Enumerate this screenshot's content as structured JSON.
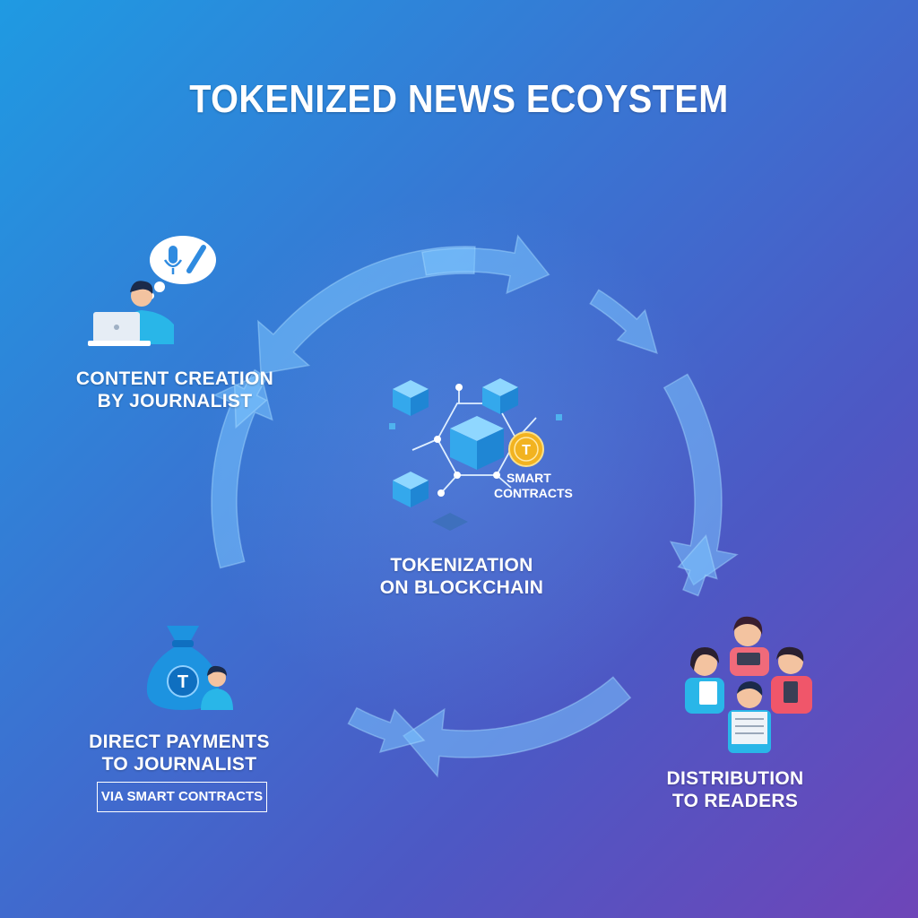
{
  "title": "TOKENIZED NEWS ECOYSTEM",
  "nodes": {
    "content_creation": {
      "line1": "CONTENT CREATION",
      "line2": "BY JOURNALIST",
      "icon": "journalist-laptop-icon"
    },
    "tokenization": {
      "line1": "TOKENIZATION",
      "line2": "ON BLOCKCHAIN",
      "icon": "blockchain-cubes-icon"
    },
    "smart_contracts": {
      "line1": "SMART",
      "line2": "CONTRACTS",
      "coin_letter": "T"
    },
    "payments": {
      "line1": "DIRECT PAYMENTS",
      "line2": "TO JOURNALIST",
      "box": "VIA SMART CONTRACTS",
      "icon": "money-bag-icon",
      "coin_letter": "T"
    },
    "distribution": {
      "line1": "DISTRIBUTION",
      "line2": "TO READERS",
      "icon": "readers-group-icon"
    }
  },
  "colors": {
    "bg_start": "#1f9ae2",
    "bg_end": "#6e45b8",
    "arrow": "#7cc4ff",
    "coin": "#f2b320"
  }
}
